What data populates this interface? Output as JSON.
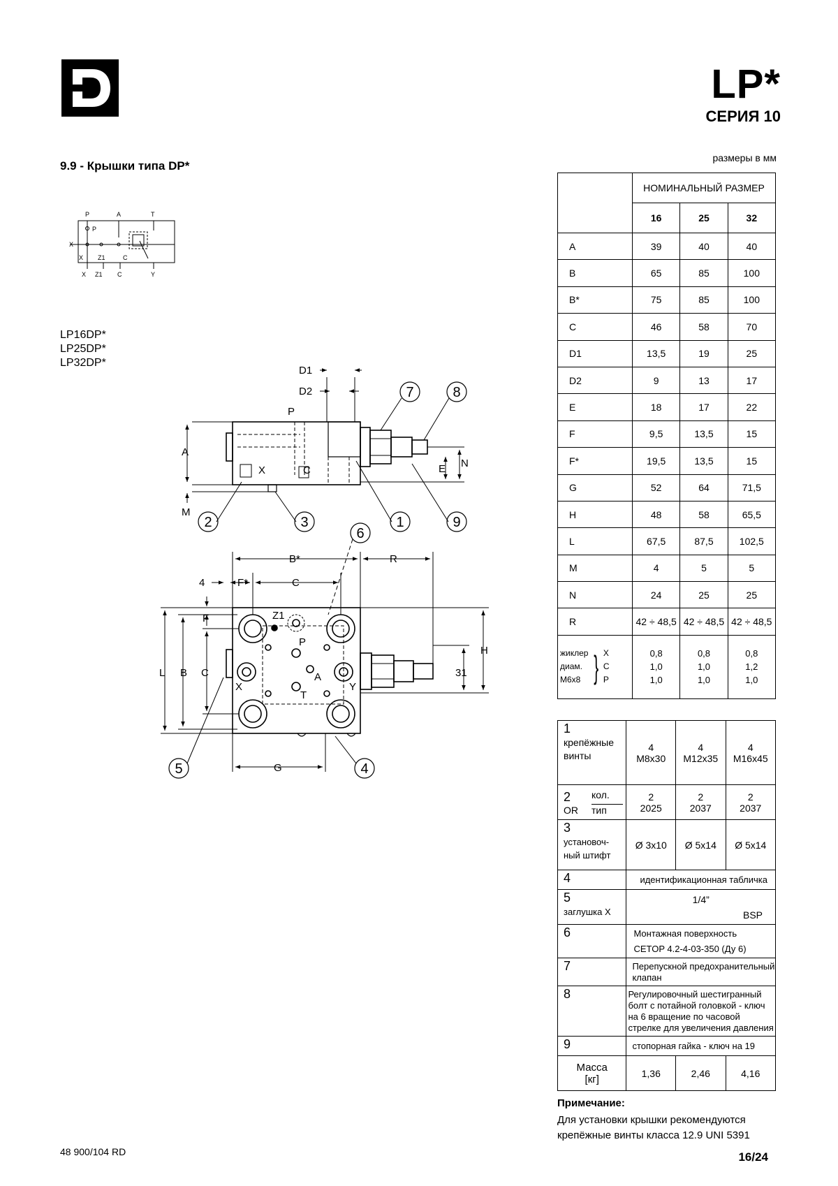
{
  "header": {
    "logo_letter": "D",
    "title": "LP*",
    "series": "СЕРИЯ 10"
  },
  "section": {
    "title": "9.9 - Крышки типа DP*",
    "units": "размеры в мм"
  },
  "models": [
    "LP16DP*",
    "LP25DP*",
    "LP32DP*"
  ],
  "schematic": {
    "top_labels": [
      "P",
      "A",
      "T"
    ],
    "bottom_labels": [
      "X",
      "Z1",
      "C",
      "Y"
    ],
    "left_label": "X",
    "inner_labels": [
      "P",
      "X",
      "Z1",
      "C"
    ]
  },
  "drawing": {
    "dims_top": [
      "D1",
      "D2",
      "P",
      "A",
      "M",
      "X",
      "C",
      "N",
      "E"
    ],
    "dims_bottom": [
      "B*",
      "R",
      "4",
      "F*",
      "C",
      "F",
      "L",
      "B",
      "C",
      "Z1",
      "P",
      "A",
      "X",
      "Y",
      "T",
      "H",
      "31",
      "G"
    ],
    "callouts": [
      "1",
      "2",
      "3",
      "4",
      "5",
      "6",
      "7",
      "8",
      "9"
    ]
  },
  "dim_table": {
    "header": "НОМИНАЛЬНЫЙ РАЗМЕР",
    "sizes": [
      "16",
      "25",
      "32"
    ],
    "rows": [
      {
        "label": "A",
        "values": [
          "39",
          "40",
          "40"
        ]
      },
      {
        "label": "B",
        "values": [
          "65",
          "85",
          "100"
        ]
      },
      {
        "label": "B*",
        "values": [
          "75",
          "85",
          "100"
        ]
      },
      {
        "label": "C",
        "values": [
          "46",
          "58",
          "70"
        ]
      },
      {
        "label": "D1",
        "values": [
          "13,5",
          "19",
          "25"
        ]
      },
      {
        "label": "D2",
        "values": [
          "9",
          "13",
          "17"
        ]
      },
      {
        "label": "E",
        "values": [
          "18",
          "17",
          "22"
        ]
      },
      {
        "label": "F",
        "values": [
          "9,5",
          "13,5",
          "15"
        ]
      },
      {
        "label": "F*",
        "values": [
          "19,5",
          "13,5",
          "15"
        ]
      },
      {
        "label": "G",
        "values": [
          "52",
          "64",
          "71,5"
        ]
      },
      {
        "label": "H",
        "values": [
          "48",
          "58",
          "65,5"
        ]
      },
      {
        "label": "L",
        "values": [
          "67,5",
          "87,5",
          "102,5"
        ]
      },
      {
        "label": "M",
        "values": [
          "4",
          "5",
          "5"
        ]
      },
      {
        "label": "N",
        "values": [
          "24",
          "25",
          "25"
        ]
      },
      {
        "label": "R",
        "values": [
          "42 ÷ 48,5",
          "42 ÷ 48,5",
          "42 ÷ 48,5"
        ]
      }
    ],
    "orifice": {
      "label_lines": [
        "жиклер",
        "диам.",
        "M6x8"
      ],
      "ports": [
        "X",
        "C",
        "P"
      ],
      "values": [
        [
          "0,8",
          "1,0",
          "1,0"
        ],
        [
          "0,8",
          "1,0",
          "1,0"
        ],
        [
          "0,8",
          "1,2",
          "1,0"
        ]
      ]
    }
  },
  "parts_table": {
    "p1": {
      "num": "1",
      "label": "крепёжные винты",
      "values": [
        "4\nM8x30",
        "4\nM12x35",
        "4\nM16x45"
      ]
    },
    "p2": {
      "num": "2",
      "qty_label": "кол.",
      "or_label": "OR",
      "type_label": "тип",
      "qty": [
        "2",
        "2",
        "2"
      ],
      "types": [
        "2025",
        "2037",
        "2037"
      ]
    },
    "p3": {
      "num": "3",
      "label": "установоч-\nный штифт",
      "values": [
        "Ø  3x10",
        "Ø  5x14",
        "Ø  5x14"
      ]
    },
    "p4": {
      "num": "4",
      "text": "идентификационная табличка"
    },
    "p5": {
      "num": "5",
      "label": "заглушка X",
      "size": "1/4”",
      "thread": "BSP"
    },
    "p6": {
      "num": "6",
      "line1": "Монтажная поверхность",
      "line2": "CETOP  4.2-4-03-350  (Ду 6)"
    },
    "p7": {
      "num": "7",
      "text": "Перепускной предохранительный клапан"
    },
    "p8": {
      "num": "8",
      "text": "Регулировочный шестигранный болт с потайной головкой - ключ на 6 вращение по часовой стрелке для увеличения давления"
    },
    "p9": {
      "num": "9",
      "text": "стопорная гайка - ключ на 19"
    },
    "mass": {
      "label": "Масса\n[кг]",
      "values": [
        "1,36",
        "2,46",
        "4,16"
      ]
    }
  },
  "note": {
    "title": "Примечание:",
    "text": "Для установки крышки рекомендуются крепёжные винты класса 12.9 UNI 5391"
  },
  "footer": {
    "doc_number": "48 900/104 RD",
    "page": "16/24"
  }
}
